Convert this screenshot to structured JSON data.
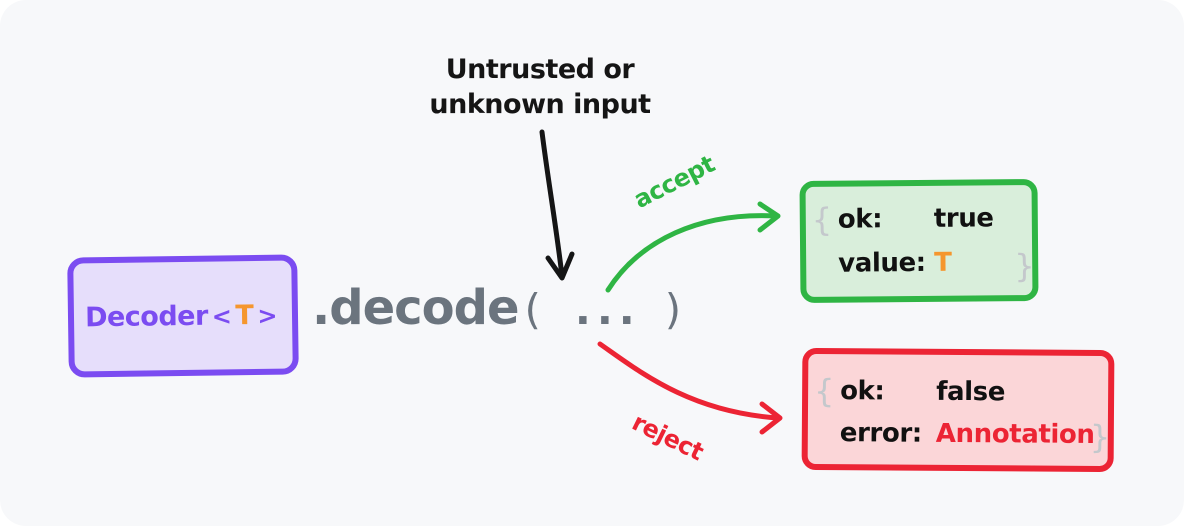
{
  "input": {
    "line1": "Untrusted or",
    "line2": "unknown input"
  },
  "decoder": {
    "name": "Decoder",
    "open_angle": "<",
    "type_param": "T",
    "close_angle": ">"
  },
  "call": {
    "method": ".decode",
    "open_paren": "(",
    "args": "...",
    "close_paren": ")"
  },
  "accept": {
    "label": "accept",
    "open_brace": "{",
    "close_brace": "}",
    "ok_key": "ok:",
    "ok_value": "true",
    "value_key": "value:",
    "value_value": "T"
  },
  "reject": {
    "label": "reject",
    "open_brace": "{",
    "close_brace": "}",
    "ok_key": "ok:",
    "ok_value": "false",
    "error_key": "error:",
    "error_value": "Annotation"
  },
  "colors": {
    "background": "#f7f8fa",
    "decoder": "#7b4cf1",
    "decoder_fill": "#e6defb",
    "type_param": "#f5962e",
    "accept": "#2fb544",
    "accept_fill": "#d9eedb",
    "reject": "#ec2434",
    "reject_fill": "#fbd6d8",
    "call_text": "#6b747e",
    "input_arrow": "#151515"
  }
}
